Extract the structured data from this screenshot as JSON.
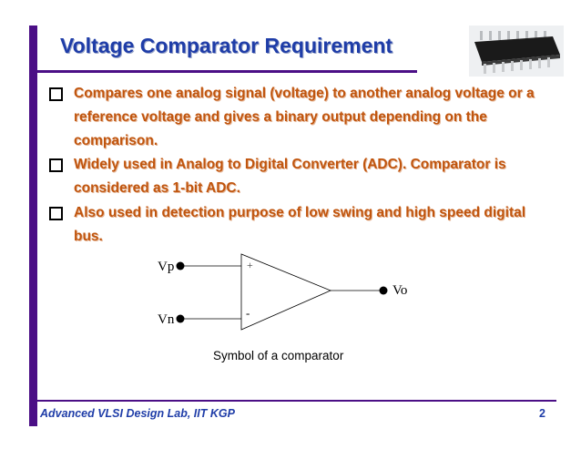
{
  "slide": {
    "title": "Voltage Comparator Requirement",
    "bullets": [
      "Compares one analog signal (voltage) to another analog voltage or a reference voltage and gives a binary output depending on the comparison.",
      "Widely used in Analog to Digital Converter (ADC). Comparator is considered as 1-bit ADC.",
      "Also used in detection purpose of low swing and high speed digital bus."
    ],
    "diagram": {
      "input_positive": "Vp",
      "input_negative": "Vn",
      "output": "Vo",
      "plus_sign": "+",
      "minus_sign": "-",
      "caption": "Symbol of a comparator"
    },
    "footer": {
      "left": "Advanced VLSI Design Lab, IIT KGP",
      "page_number": "2"
    }
  },
  "colors": {
    "accent_bar": "#4b0f86",
    "title": "#1f3da8",
    "bullet_text": "#c0550e"
  }
}
